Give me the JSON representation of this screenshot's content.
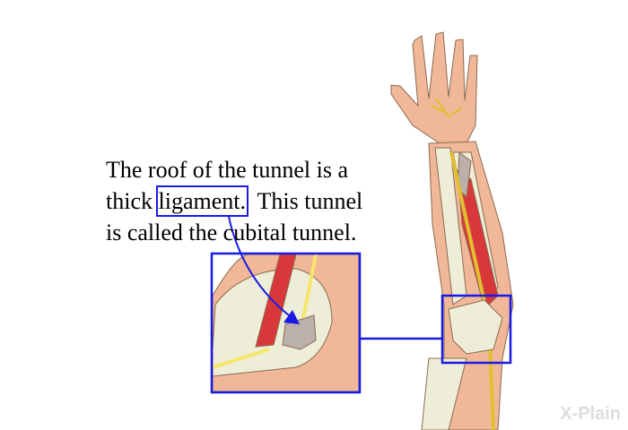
{
  "caption": {
    "line1": "The roof of the tunnel is a",
    "line2_pre": "thick ",
    "line2_highlight": "ligament.",
    "line2_post": "  This tunnel",
    "line3": "is called the cubital tunnel."
  },
  "logo": {
    "text": "X-Plain"
  },
  "colors": {
    "highlight_box": "#1a1ae6",
    "muscle": "#d9383a",
    "nerve": "#f5e66a",
    "skin": "#f0b898",
    "bone": "#eeeed8",
    "ligament": "#bcb0ac"
  }
}
